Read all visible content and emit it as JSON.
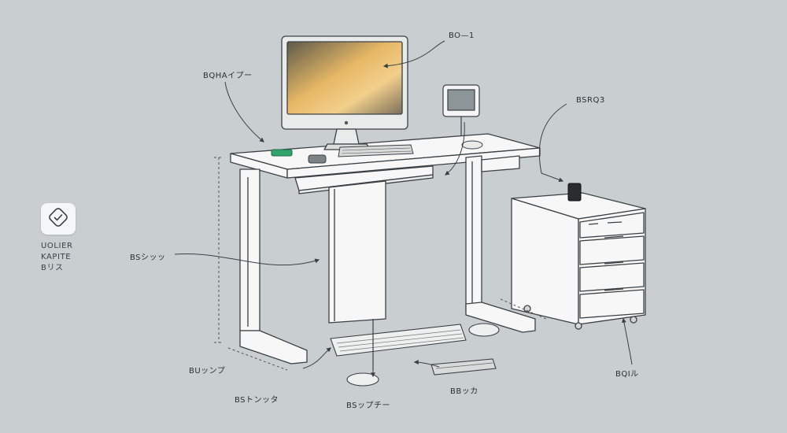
{
  "labels": {
    "monitor": "BO—1",
    "desk_surface": "BQHAイプー",
    "cabinet_top": "BSRQ3",
    "desk_column": "BSシッッ",
    "desk_foot": "BUッンプ",
    "floor_cable": "BSトンッタ",
    "mouse_floor": "BSップチー",
    "keyboard_small": "BBッカ",
    "cabinet_wheel": "BQIル"
  },
  "logo": {
    "line1": "UOLIER",
    "line2": "KAPITE",
    "line3": "Bリス",
    "icon": "check-badge-icon"
  },
  "colors": {
    "background": "#c9cfd1",
    "line": "#3b4045",
    "furniture": "#f6f7f6",
    "accent_green": "#2fa36b"
  }
}
